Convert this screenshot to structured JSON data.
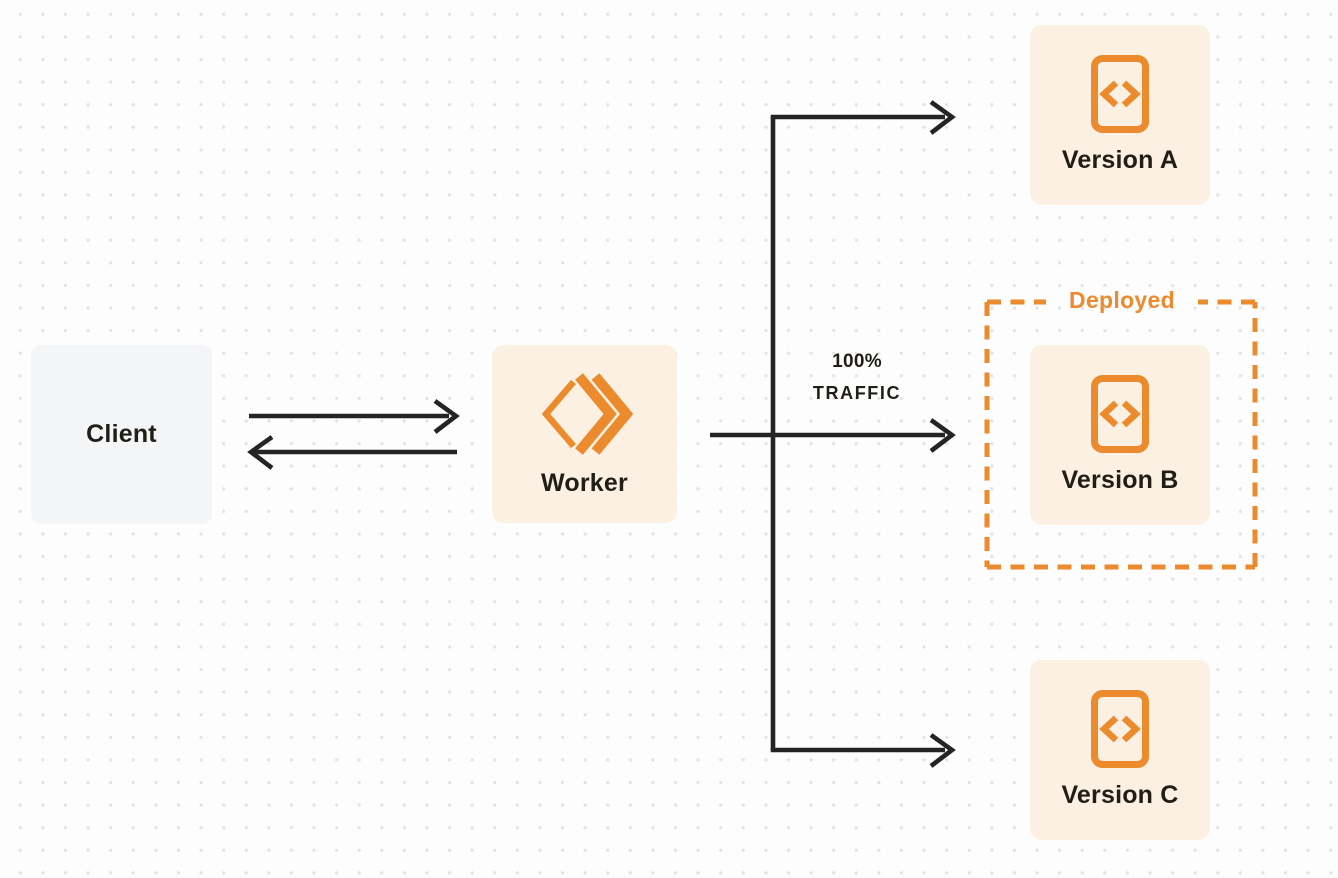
{
  "diagram": {
    "title": "worker-version-routing-diagram",
    "colors": {
      "background": "#FDFDFD",
      "grid_dot": "#E3E3E3",
      "accent_orange": "#EC8A2E",
      "arrow_black": "#242424",
      "node_warm_fill": "#FBF0E1",
      "node_gray_fill": "#F4F5F6",
      "text": "#211E18"
    }
  },
  "nodes": {
    "client": {
      "label": "Client"
    },
    "worker": {
      "label": "Worker",
      "icon": "cloudflare-workers-logo-icon"
    },
    "versions": [
      {
        "label": "Version A",
        "icon": "code-file-icon"
      },
      {
        "label": "Version B",
        "icon": "code-file-icon",
        "deployed": true
      },
      {
        "label": "Version C",
        "icon": "code-file-icon"
      }
    ]
  },
  "annotations": {
    "deployed": "Deployed",
    "traffic_line1": "100%",
    "traffic_line2": "TRAFFIC"
  },
  "edges": [
    {
      "from": "client",
      "to": "worker",
      "direction": "right"
    },
    {
      "from": "worker",
      "to": "client",
      "direction": "left"
    },
    {
      "from": "worker",
      "to": "version-a"
    },
    {
      "from": "worker",
      "to": "version-b",
      "label": "100% TRAFFIC"
    },
    {
      "from": "worker",
      "to": "version-c"
    }
  ]
}
